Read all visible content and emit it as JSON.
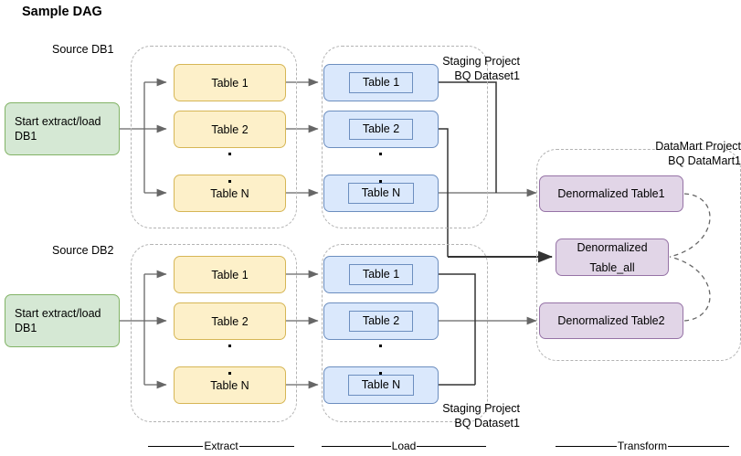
{
  "diagram": {
    "title": "Sample DAG",
    "type": "flow-dag",
    "source_labels": {
      "db1": "Source DB1",
      "db2": "Source DB2"
    },
    "start_nodes": [
      {
        "id": "start1",
        "label": "Start extract/load DB1"
      },
      {
        "id": "start2",
        "label": "Start extract/load DB1"
      }
    ],
    "extract_tables_top": [
      {
        "label": "Table 1"
      },
      {
        "label": "Table 2"
      },
      {
        "label": "Table N"
      }
    ],
    "extract_tables_bottom": [
      {
        "label": "Table 1"
      },
      {
        "label": "Table 2"
      },
      {
        "label": "Table N"
      }
    ],
    "load_tables_top": [
      {
        "label": "Table 1"
      },
      {
        "label": "Table 2"
      },
      {
        "label": "Table N"
      }
    ],
    "load_tables_bottom": [
      {
        "label": "Table 1"
      },
      {
        "label": "Table 2"
      },
      {
        "label": "Table N"
      }
    ],
    "staging_labels": {
      "top_line1": "Staging Project",
      "top_line2": "BQ Dataset1",
      "bottom_line1": "Staging Project",
      "bottom_line2": "BQ Dataset1"
    },
    "datamart_labels": {
      "line1": "DataMart Project",
      "line2": "BQ DataMart1"
    },
    "datamart_nodes": [
      {
        "id": "dm1",
        "label": "Denormalized Table1"
      },
      {
        "id": "dmall",
        "label_line1": "Denormalized",
        "label_line2": "Table_all"
      },
      {
        "id": "dm2",
        "label": "Denormalized Table2"
      }
    ],
    "phases": [
      {
        "label": "Extract"
      },
      {
        "label": "Load"
      },
      {
        "label": "Transform"
      }
    ],
    "colors": {
      "green_fill": "#d5e8d4",
      "green_stroke": "#82b366",
      "yellow_fill": "#fdf0c9",
      "yellow_stroke": "#d6b656",
      "blue_fill": "#dae8fc",
      "blue_stroke": "#6c8ebf",
      "purple_fill": "#e1d5e7",
      "purple_stroke": "#9673a6",
      "group_stroke": "#b3b3b3",
      "arrow_gray": "#666666",
      "arrow_dark": "#333333"
    }
  }
}
